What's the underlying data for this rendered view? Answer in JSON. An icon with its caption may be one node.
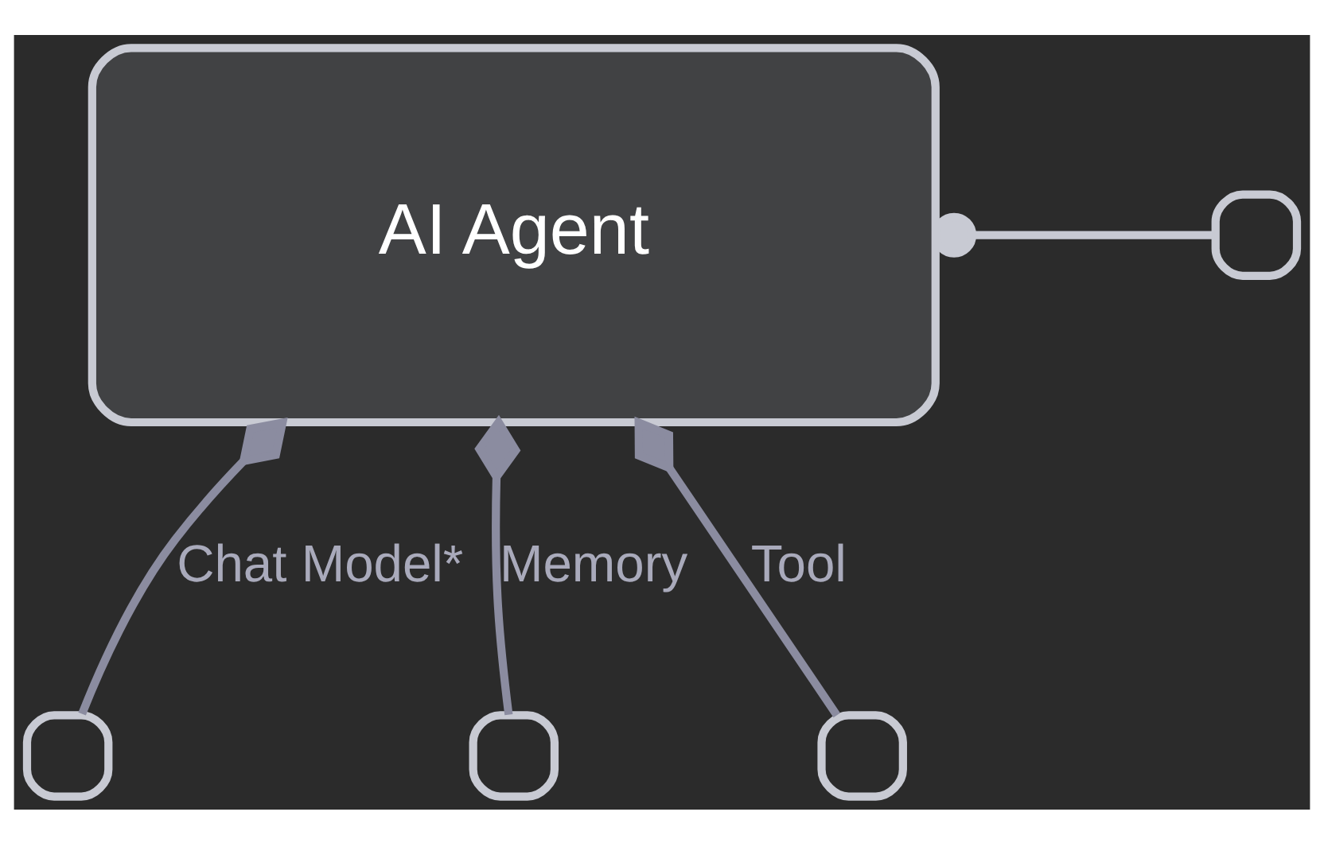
{
  "diagram": {
    "nodes": [
      {
        "text": [
          "AI Agent"
        ]
      },
      {
        "text": [],
        "shape": "box"
      },
      {
        "text": [],
        "shape": "box"
      },
      {
        "text": [],
        "shape": "box"
      },
      {
        "text": [],
        "shape": "box"
      }
    ],
    "edges": [
      {
        "from": 0,
        "to": 1,
        "arrow": "other"
      },
      {
        "from": 0,
        "to": 2,
        "arrow": "other",
        "label": "Chat Model*"
      },
      {
        "from": 0,
        "to": 3,
        "arrow": "other",
        "label": "Memory"
      },
      {
        "from": 0,
        "to": 4,
        "arrow": "other",
        "label": "Tool"
      }
    ]
  }
}
